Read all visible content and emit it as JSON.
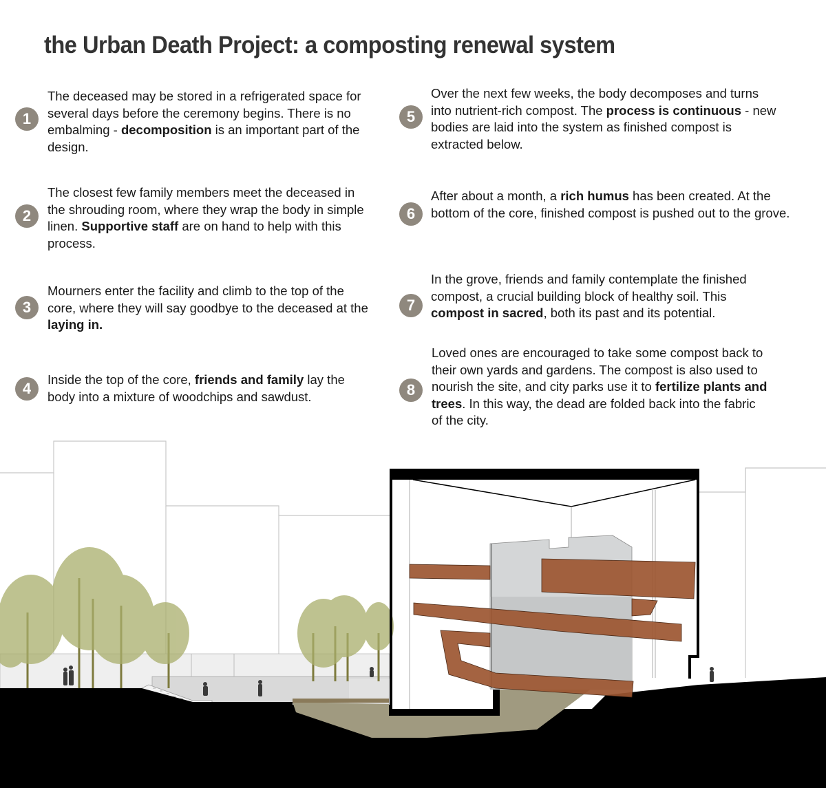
{
  "title": "the Urban Death Project: a composting renewal system",
  "colors": {
    "badge": "#8f887e",
    "title": "#333333",
    "corten_steel": "#9a5530",
    "concrete_core": "#c8cacb",
    "compost_soil": "#a09a80",
    "ground_section": "#000000",
    "tree_foliage": "#a7ad6a"
  },
  "steps": [
    {
      "number": "1",
      "pre": "The deceased may be stored in a refrigerated space for several days before the ceremony begins.  There is no embalming  - ",
      "bold": "decomposition",
      "post": " is an important part of the design."
    },
    {
      "number": "2",
      "pre": "The closest few family members meet the deceased in the shrouding room, where they wrap the body in simple linen.  ",
      "bold": "Supportive staff",
      "post": " are on hand to help with this process."
    },
    {
      "number": "3",
      "pre": "Mourners enter the facility and climb to the top of the core, where they will say goodbye to the deceased at the ",
      "bold": "laying in.",
      "post": ""
    },
    {
      "number": "4",
      "pre": "Inside the top of the core, ",
      "bold": "friends and family",
      "post": " lay the body into a mixture of woodchips and sawdust."
    },
    {
      "number": "5",
      "pre": "Over the next few weeks, the body decomposes and turns into nutrient-rich compost. The ",
      "bold": "process is continuous",
      "post": " - new bodies are laid into the system as finished compost is extracted below."
    },
    {
      "number": "6",
      "pre": "After about a month, a ",
      "bold": "rich humus",
      "post": " has been created.  At the bottom of the core, finished compost is pushed out to the grove."
    },
    {
      "number": "7",
      "pre": "In the grove, friends and family contemplate the finished compost, a crucial building block of healthy soil.  This ",
      "bold": "compost in sacred",
      "post": ", both its past and its potential."
    },
    {
      "number": "8",
      "pre": "Loved ones are encouraged to take some compost back to their own yards and gardens. The compost is also used to nourish the site, and city parks use it to ",
      "bold": "fertilize plants and trees",
      "post": ". In this way, the dead are folded back into the fabric of the city."
    }
  ],
  "illustration": {
    "type": "architectural-section",
    "elements": [
      "city-skyline-outlines",
      "grove-trees",
      "sunken-plaza-with-stairs",
      "people-silhouettes",
      "facility-building-section",
      "concrete-core",
      "spiral-corten-ramps",
      "compost-soil-layer",
      "ground-section"
    ]
  }
}
